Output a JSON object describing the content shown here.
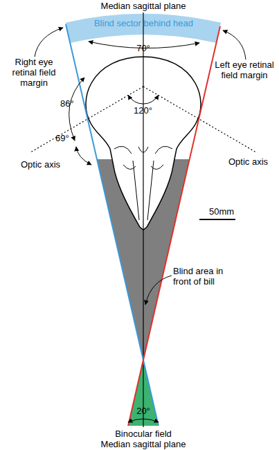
{
  "diagram": {
    "nodes": [
      {
        "text": [
          "Blind sector behind head",
          "70°"
        ]
      }
    ],
    "labels": [
      "Median sagittal plane",
      "Right eye retinal field margin",
      "Left eye retinal field margin",
      "86°",
      "69°",
      "120°",
      "Optic axis",
      "Optic axis",
      "50mm",
      "Blind area in front of bill",
      "20°",
      "Binocular field",
      "Median sagittal plane"
    ]
  }
}
